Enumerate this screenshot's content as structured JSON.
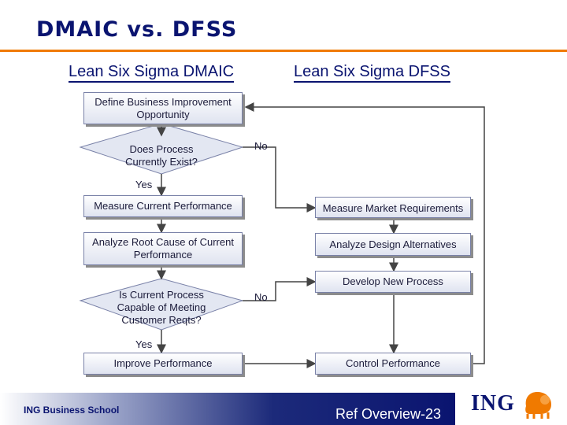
{
  "header": {
    "title": "DMAIC vs. DFSS",
    "left_column": "Lean Six Sigma DMAIC",
    "right_column": "Lean Six Sigma DFSS"
  },
  "dmaic": {
    "define": "Define Business Improvement Opportunity",
    "decision1": "Does Process Currently Exist?",
    "measure": "Measure Current Performance",
    "analyze": "Analyze Root Cause of Current Performance",
    "decision2": "Is Current Process Capable of Meeting Customer Reqts?",
    "improve": "Improve Performance"
  },
  "dfss": {
    "measure": "Measure Market Requirements",
    "analyze": "Analyze Design Alternatives",
    "develop": "Develop New Process",
    "control": "Control Performance"
  },
  "labels": {
    "no1": "No",
    "yes1": "Yes",
    "no2": "No",
    "yes2": "Yes"
  },
  "footer": {
    "school": "ING Business School",
    "ref": "Ref Overview-23",
    "logo_text": "ING"
  },
  "colors": {
    "title": "#0a1470",
    "accent_rule": "#f07a00",
    "logo_lion": "#f07a00"
  }
}
